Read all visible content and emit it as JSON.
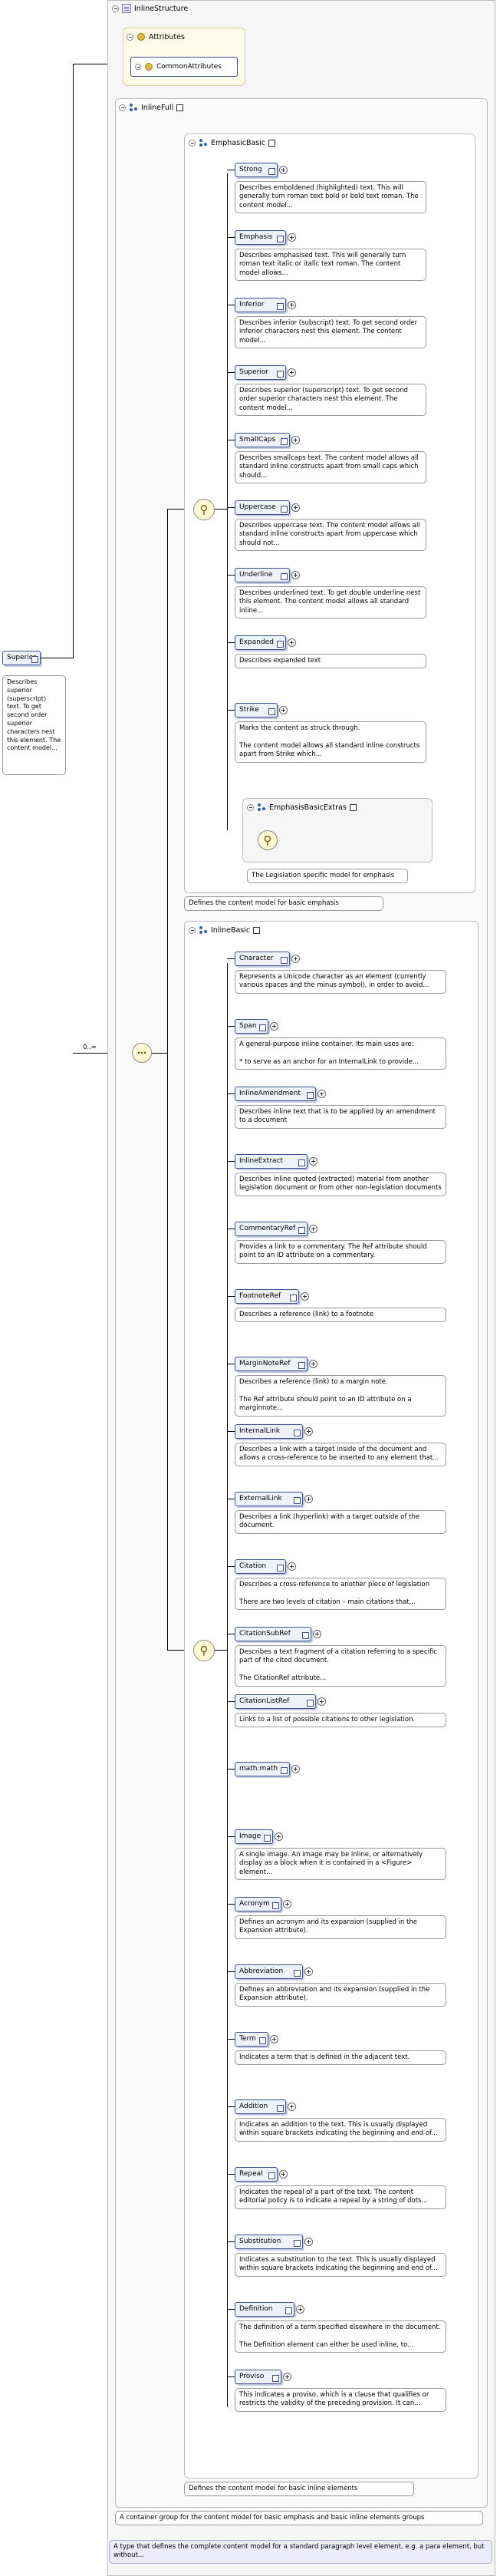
{
  "diagram": {
    "root": {
      "label": "Superior",
      "description": "Describes superior (superscript) text. To get second order superior characters nest this element. The content model..."
    },
    "cardinality": "0..∞",
    "structure": {
      "title": "InlineStructure",
      "description": "A type that defines the complete content model for a standard paragraph level element, e.g. a para element, but without..."
    },
    "attributes": {
      "title": "Attributes",
      "item": "CommonAttributes"
    },
    "inline_full": {
      "title": "InlineFull",
      "description": "A container group for the content model for basic emphasis and basic inline elements groups"
    },
    "emphasis_basic": {
      "title": "EmphasicBasic",
      "description": "Defines the content model for basic emphasis",
      "extras_title": "EmphasisBasicExtras",
      "extras_description": "The Legislation specific model for emphasis",
      "items": [
        {
          "label": "Strong",
          "description": "Describes emboldened (highlighted) text. This will generally turn roman text bold or bold text roman. The content model..."
        },
        {
          "label": "Emphasis",
          "description": "Describes emphasised text. This will generally turn roman text italic or italic text roman. The content model allows..."
        },
        {
          "label": "Inferior",
          "description": "Describes inferior (subscript) text. To get second order inferior characters nest this element. The content model..."
        },
        {
          "label": "Superior",
          "description": "Describes superior (superscript) text. To get second order superior characters nest this element. The content model..."
        },
        {
          "label": "SmallCaps",
          "description": "Describes smallcaps text. The content model allows all standard inline constructs apart from small caps which should..."
        },
        {
          "label": "Uppercase",
          "description": "Describes uppercase text. The content model allows all standard inline constructs apart from uppercase which should not..."
        },
        {
          "label": "Underline",
          "description": "Describes underlined text. To get double underline nest this element. The content model allows all standard inline..."
        },
        {
          "label": "Expanded",
          "description": "Describes expanded text"
        },
        {
          "label": "Strike",
          "description": "Marks the content as struck through.\n\nThe content model allows all standard inline constructs apart from Strike which..."
        }
      ]
    },
    "inline_basic": {
      "title": "InlineBasic",
      "description": "Defines the content model for basic inline elements",
      "items": [
        {
          "label": "Character",
          "description": "Represents a Unicode character as an element (currently various spaces and the minus symbol), in order to avoid..."
        },
        {
          "label": "Span",
          "description": "A general-purpose inline container. Its main uses are:\n\n* to serve as an anchor for an InternalLink to provide..."
        },
        {
          "label": "InlineAmendment",
          "description": "Describes inline text that is to be applied by an amendment to a document"
        },
        {
          "label": "InlineExtract",
          "description": "Describes inline quoted (extracted) material from another legislation document or from other non-legislation documents"
        },
        {
          "label": "CommentaryRef",
          "description": "Provides a link to a commentary. The Ref attribute should point to an ID attribute on a commentary."
        },
        {
          "label": "FootnoteRef",
          "description": "Describes a reference (link) to a footnote"
        },
        {
          "label": "MarginNoteRef",
          "description": "Describes a reference (link) to a margin note.\n\nThe Ref attribute should point to an ID attribute on a marginnote..."
        },
        {
          "label": "InternalLink",
          "description": "Describes a link with a target inside of the document and allows a cross-reference to be inserted to any element that..."
        },
        {
          "label": "ExternalLink",
          "description": "Describes a link (hyperlink) with a target outside of the document."
        },
        {
          "label": "Citation",
          "description": "Describes a cross-reference to another piece of legislation\n\nThere are two levels of citation – main citations that..."
        },
        {
          "label": "CitationSubRef",
          "description": "Describes a text fragment of a citation referring to a specific part of the cited document.\n\nThe CitationRef attribute..."
        },
        {
          "label": "CitationListRef",
          "description": "Links to a list of possible citations to other legislation."
        },
        {
          "label": "math:math",
          "description": ""
        },
        {
          "label": "Image",
          "description": "A single image. An image may be inline, or alternatively display as a block when it is contained in a <Figure> element..."
        },
        {
          "label": "Acronym",
          "description": "Defines an acronym and its expansion (supplied in the Expansion attribute)."
        },
        {
          "label": "Abbreviation",
          "description": "Defines an abbreviation and its expansion (supplied in the Expansion attribute)."
        },
        {
          "label": "Term",
          "description": "Indicates a term that is defined in the adjacent text."
        },
        {
          "label": "Addition",
          "description": "Indicates an addition to the text. This is usually displayed within square brackets indicating the beginning and end of..."
        },
        {
          "label": "Repeal",
          "description": "Indicates the repeal of a part of the text. The content editorial policy is to indicate a repeal by a string of dots..."
        },
        {
          "label": "Substitution",
          "description": "Indicates a substitution to the text. This is usually displayed within square brackets indicating the beginning and end of..."
        },
        {
          "label": "Definition",
          "description": "The definition of a term specified elsewhere in the document.\n\nThe Definition element can either be used inline, to..."
        },
        {
          "label": "Proviso",
          "description": "This indicates a proviso, which is a clause that qualifies or restricts the validity of the preceding provision. It can..."
        }
      ]
    }
  }
}
